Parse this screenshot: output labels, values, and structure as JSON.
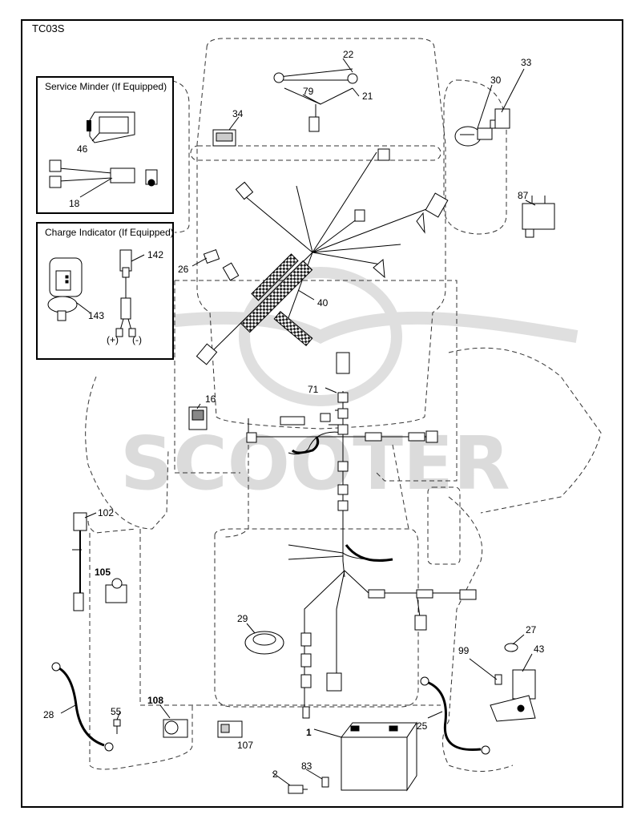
{
  "diagram_code": "TC03S",
  "boxes": {
    "service_minder": "Service Minder (If Equipped)",
    "charge_indicator": "Charge Indicator (If Equipped)"
  },
  "watermark": "SCOOTER",
  "parts": {
    "p1": "1",
    "p2": "2",
    "p16": "16",
    "p18": "18",
    "p21": "21",
    "p22": "22",
    "p25": "25",
    "p26": "26",
    "p27": "27",
    "p28": "28",
    "p29": "29",
    "p30": "30",
    "p33": "33",
    "p34": "34",
    "p40": "40",
    "p43": "43",
    "p46": "46",
    "p55": "55",
    "p71": "71",
    "p79": "79",
    "p83": "83",
    "p87": "87",
    "p99": "99",
    "p102": "102",
    "p105": "105",
    "p107": "107",
    "p108": "108",
    "p142": "142",
    "p143": "143"
  },
  "polarity": {
    "plus": "(+)",
    "minus": "(-)"
  }
}
